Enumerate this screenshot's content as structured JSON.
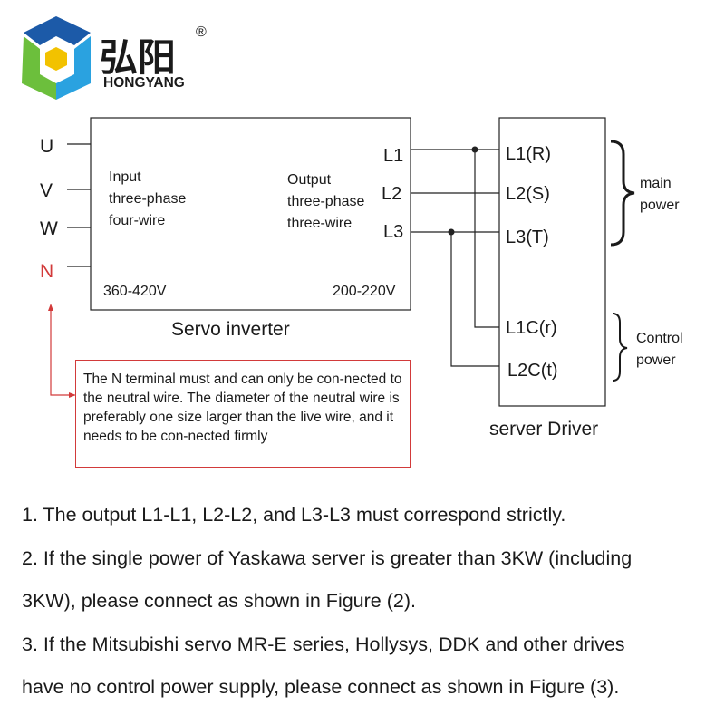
{
  "logo": {
    "name_cn": "弘阳",
    "name_en": "HONGYANG",
    "registered": "®",
    "colors": {
      "blue": "#1c5aa8",
      "green": "#6cbf3c",
      "yellow": "#f2c200",
      "light_blue": "#2aa2e0",
      "text": "#1a1a1a"
    }
  },
  "diagram": {
    "colors": {
      "line": "#222222",
      "accent": "#d23a3a",
      "box": "#222222"
    },
    "inverter": {
      "inputs": [
        "U",
        "V",
        "W",
        "N"
      ],
      "input_text": [
        "Input",
        "three-phase",
        "four-wire"
      ],
      "output_text": [
        "Output",
        "three-phase",
        "three-wire"
      ],
      "input_voltage": "360-420V",
      "output_voltage": "200-220V",
      "outputs": [
        "L1",
        "L2",
        "L3"
      ],
      "caption": "Servo inverter"
    },
    "driver": {
      "terminals": [
        "L1(R)",
        "L2(S)",
        "L3(T)",
        "L1C(r)",
        "L2C(t)"
      ],
      "caption": "server Driver"
    },
    "brace_main": [
      "main",
      "power"
    ],
    "brace_control": [
      "Control",
      "power"
    ],
    "note": "The N terminal must and can only be con-nected to the neutral wire. The diameter of the neutral wire is preferably one size larger than the live wire, and it needs to be con-nected firmly"
  },
  "instructions": [
    "1. The output L1-L1, L2-L2, and L3-L3 must correspond strictly.",
    "2. If the single power of Yaskawa server is greater than 3KW (including",
    "3KW), please connect as shown in Figure (2).",
    "3. If the Mitsubishi servo MR-E series, Hollysys, DDK and other drives",
    "have no control power supply, please connect as shown in Figure (3)."
  ]
}
